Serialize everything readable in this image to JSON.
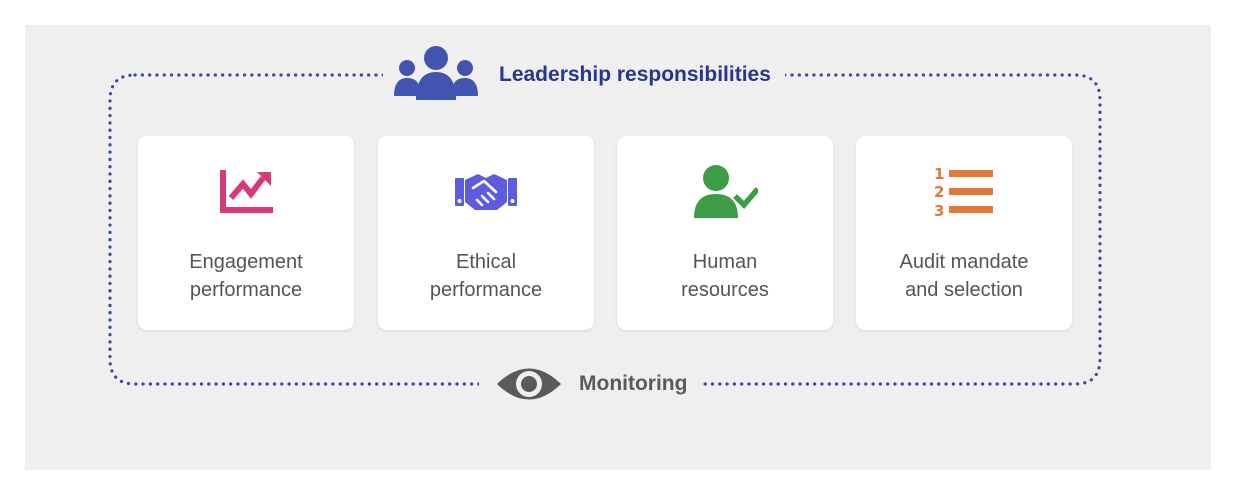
{
  "diagram": {
    "header": {
      "title": "Leadership responsibilities",
      "icon": "group-users-icon",
      "color": "#27368f"
    },
    "footer": {
      "title": "Monitoring",
      "icon": "eye-icon",
      "color": "#5a5a5a"
    },
    "frame_color": "#3b4a9c",
    "cards": [
      {
        "label_line1": "Engagement",
        "label_line2": "performance",
        "icon": "chart-trend-up-icon",
        "color": "#d63b79"
      },
      {
        "label_line1": "Ethical",
        "label_line2": "performance",
        "icon": "handshake-icon",
        "color": "#5b5ce0"
      },
      {
        "label_line1": "Human",
        "label_line2": "resources",
        "icon": "user-check-icon",
        "color": "#3e9b46"
      },
      {
        "label_line1": "Audit mandate",
        "label_line2": "and selection",
        "icon": "numbered-list-icon",
        "color": "#e07b35"
      }
    ]
  }
}
